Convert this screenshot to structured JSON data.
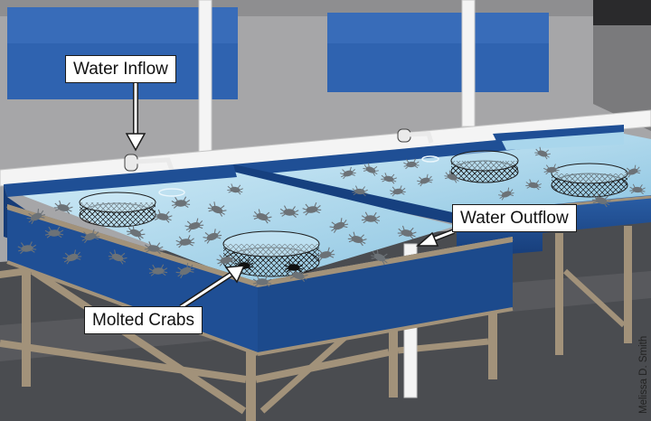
{
  "labels": {
    "water_inflow": "Water Inflow",
    "water_outflow": "Water Outflow",
    "molted_crabs": "Molted Crabs"
  },
  "credit": "Melissa D. Smith",
  "colors": {
    "wall": "#a6a6a8",
    "window": "#2f63b0",
    "pipe": "#f4f4f4",
    "tank_rim": "#1f4f95",
    "water": "#a9d6ec",
    "frame": "#a2927a",
    "floor": "#4a4c50",
    "crab": "#6c7277"
  }
}
